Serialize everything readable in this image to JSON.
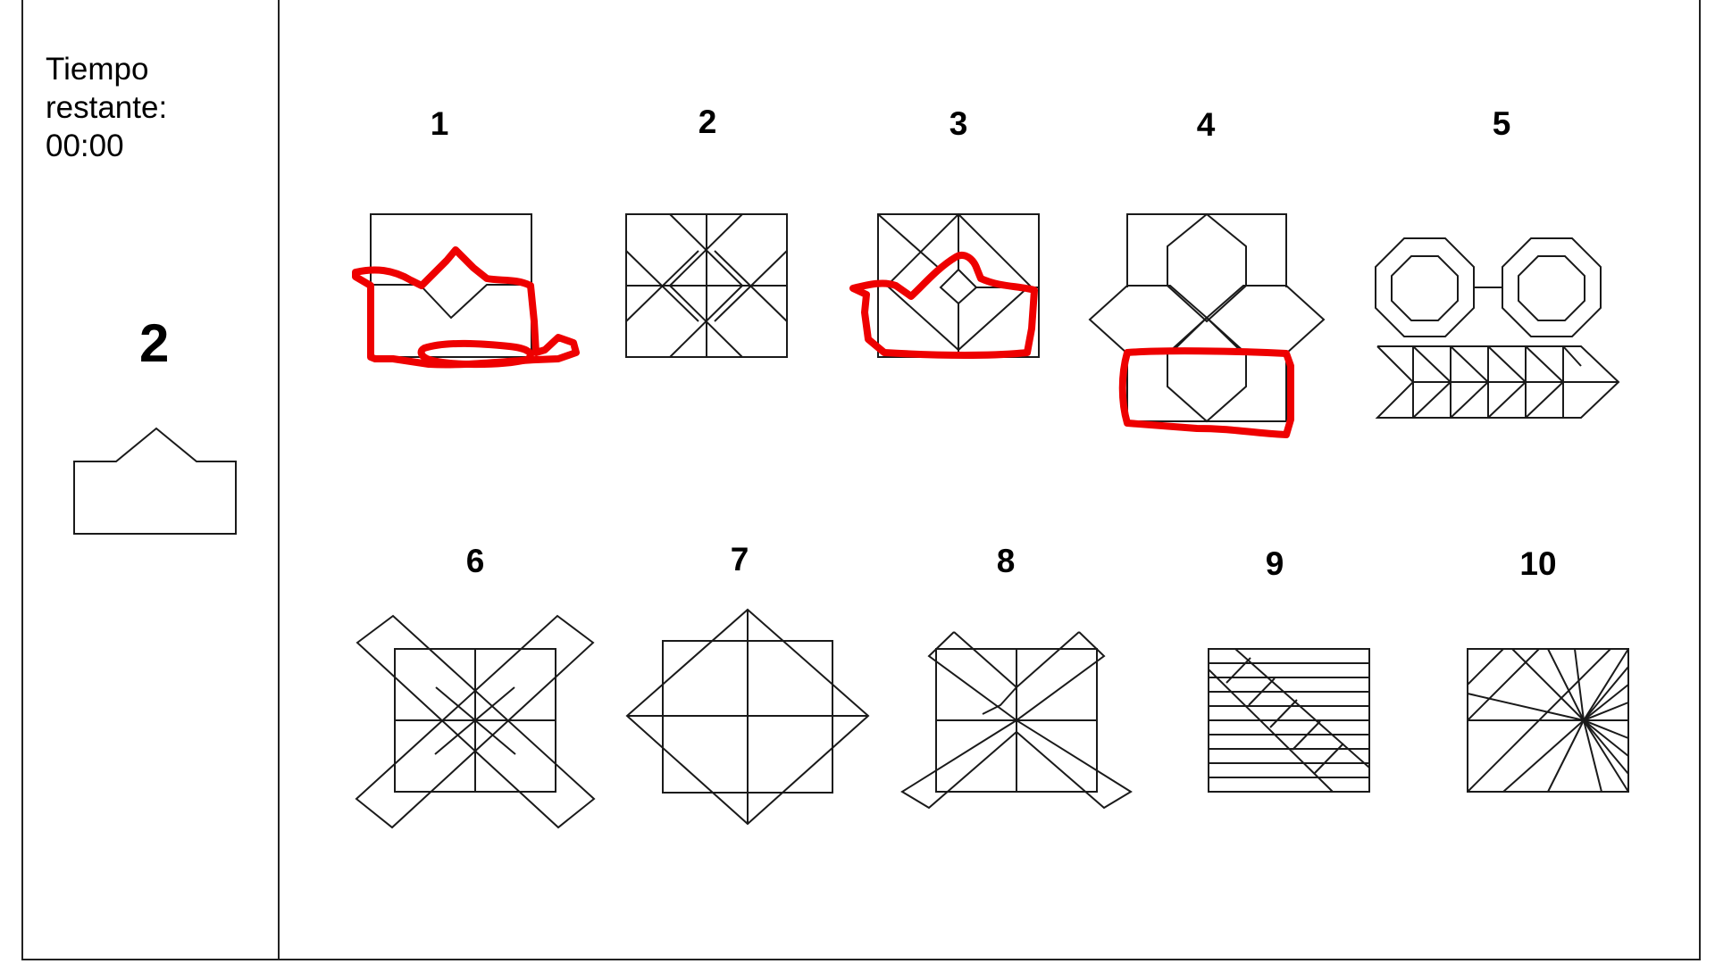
{
  "timer": {
    "label_line1": "Tiempo",
    "label_line2": "restante:",
    "value": "00:00"
  },
  "target": {
    "number": "2",
    "shape_icon": "house-outline-icon"
  },
  "options": [
    {
      "number": "1",
      "marked": true
    },
    {
      "number": "2",
      "marked": false
    },
    {
      "number": "3",
      "marked": true
    },
    {
      "number": "4",
      "marked": true
    },
    {
      "number": "5",
      "marked": false
    },
    {
      "number": "6",
      "marked": false
    },
    {
      "number": "7",
      "marked": false
    },
    {
      "number": "8",
      "marked": false
    },
    {
      "number": "9",
      "marked": false
    },
    {
      "number": "10",
      "marked": false
    }
  ],
  "colors": {
    "marker": "#ee0000",
    "line": "#1a1a1a",
    "background": "#ffffff"
  }
}
